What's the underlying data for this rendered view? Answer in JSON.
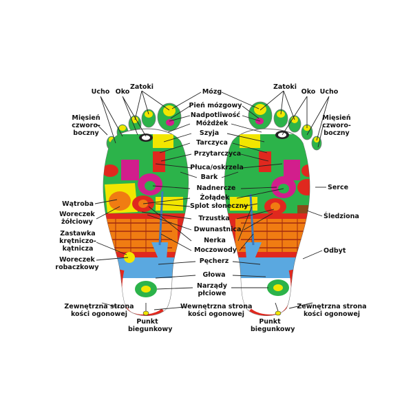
{
  "labels": {
    "ucho_left": "Ucho",
    "oko_left": "Oko",
    "zatoki_left": "Zatoki",
    "miesien_left": "Mięsień\nczworo-\nboczny",
    "watroba": "Wątroba",
    "woreczek_zolciowy": "Woreczek\nżółciowy",
    "zastawka": "Zastawka\nkrętniczo-\nkątnicza",
    "woreczek_robaczkowy": "Woreczek\nrobaczkowy",
    "zewn_left": "Zewnętrzna strona\nkości ogonowej",
    "punkt_left": "Punkt\nbiegunkowy",
    "mozg": "Mózg",
    "pien": "Pień mózgowy",
    "nadpotliwosc": "Nadpotliwość",
    "mozdzek": "Móżdżek",
    "szyja": "Szyja",
    "tarczyca": "Tarczyca",
    "przytarczyca": "Przytarczyca",
    "pluca": "Płuca/oskrzela",
    "bark": "Bark",
    "nadnercze": "Nadnercze",
    "zoladek": "Żołądek",
    "splot": "Splot słoneczny",
    "trzustka": "Trzustka",
    "dwunastnica": "Dwunastnica",
    "nerka": "Nerka",
    "moczowody": "Moczowody",
    "pecherz": "Pęcherz",
    "glowa": "Głowa",
    "narzady": "Narządy\npłciowe",
    "wewn": "Wewnętrzna strona\nkości ogonowej",
    "zatoki_right": "Zatoki",
    "oko_right": "Oko",
    "ucho_right": "Ucho",
    "miesien_right": "Mięsień\nczworo-\nboczny",
    "serce": "Serce",
    "sledziona": "Śledziona",
    "odbyt": "Odbyt",
    "zewn_right": "Zewnętrzna strona\nkości ogonowej",
    "punkt_right": "Punkt\nbiegunkowy"
  },
  "colors": {
    "zone_green": "#2cb34a",
    "zone_yellow": "#f2e600",
    "zone_red": "#e0281e",
    "zone_orange": "#f07c12",
    "zone_magenta": "#d21e8c",
    "zone_blue": "#5aa8e0",
    "zone_brown": "#8a4a1a",
    "heel_band": "#e0281e",
    "line": "#222222"
  }
}
